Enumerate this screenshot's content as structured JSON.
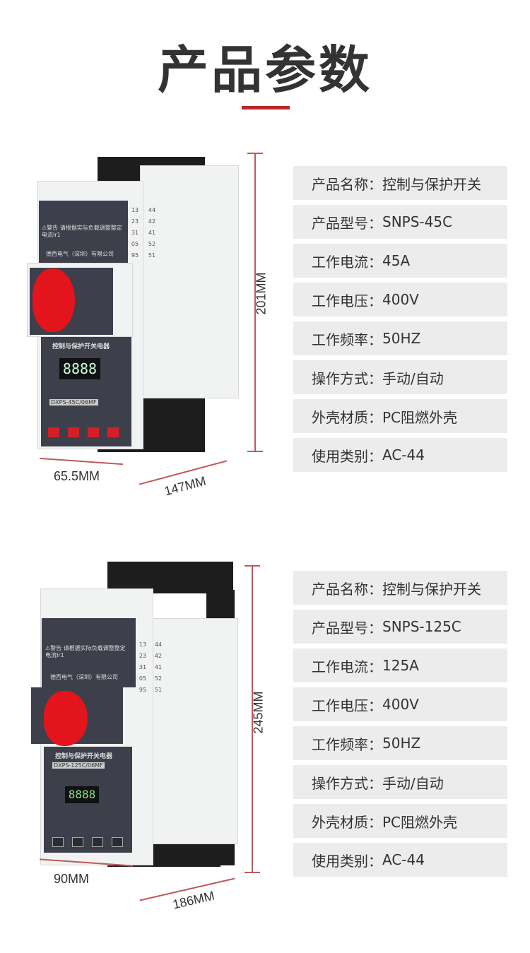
{
  "title": "产品参数",
  "colors": {
    "accent": "#b8282b",
    "row_bg": "#ececec",
    "knob": "#e3141b"
  },
  "products": [
    {
      "specs": [
        {
          "label": "产品名称：",
          "value": "控制与保护开关"
        },
        {
          "label": "产品型号：",
          "value": "SNPS-45C"
        },
        {
          "label": "工作电流：",
          "value": "45A"
        },
        {
          "label": "工作电压：",
          "value": "400V"
        },
        {
          "label": "工作频率：",
          "value": "50HZ"
        },
        {
          "label": "操作方式：",
          "value": "手动/自动"
        },
        {
          "label": "外壳材质：",
          "value": "PC阻燃外壳"
        },
        {
          "label": "使用类别：",
          "value": "AC-44"
        }
      ],
      "dimensions": {
        "height": "201MM",
        "width": "65.5MM",
        "depth": "147MM"
      },
      "device": {
        "warning": "⚠警告 请根据实际负载调整整定电流Ir1",
        "maker": "德西电气（深圳）有限公司",
        "panel_title": "控制与保护开关电器",
        "model_plate": "DXPS-45C/06MF",
        "display": "8888",
        "terminals_a": [
          "13",
          "23",
          "31",
          "05",
          "95"
        ],
        "terminals_b": [
          "44",
          "42",
          "41",
          "52",
          "51"
        ]
      }
    },
    {
      "specs": [
        {
          "label": "产品名称：",
          "value": "控制与保护开关"
        },
        {
          "label": "产品型号：",
          "value": "SNPS-125C"
        },
        {
          "label": "工作电流：",
          "value": "125A"
        },
        {
          "label": "工作电压：",
          "value": "400V"
        },
        {
          "label": "工作频率：",
          "value": "50HZ"
        },
        {
          "label": "操作方式：",
          "value": "手动/自动"
        },
        {
          "label": "外壳材质：",
          "value": "PC阻燃外壳"
        },
        {
          "label": "使用类别：",
          "value": "AC-44"
        }
      ],
      "dimensions": {
        "height": "245MM",
        "width": "90MM",
        "depth": "186MM"
      },
      "device": {
        "warning": "⚠警告 请根据实际负载调整整定电流Ir1",
        "maker": "德西电气（深圳）有限公司",
        "panel_title": "控制与保护开关电器",
        "model_plate": "DXPS-125C/06MF",
        "display": "8888",
        "terminals_a": [
          "13",
          "23",
          "31",
          "05",
          "95"
        ],
        "terminals_b": [
          "44",
          "42",
          "41",
          "52",
          "51"
        ]
      }
    }
  ]
}
